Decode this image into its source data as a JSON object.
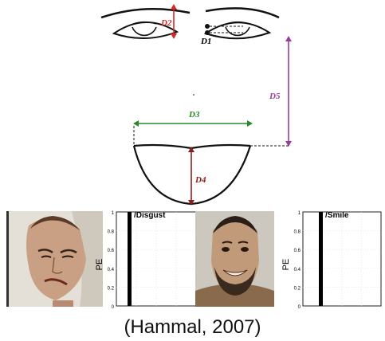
{
  "diagram": {
    "distances": [
      {
        "id": "D1",
        "label": "D1",
        "color": "#111111"
      },
      {
        "id": "D2",
        "label": "D2",
        "color": "#d42a2a"
      },
      {
        "id": "D3",
        "label": "D3",
        "color": "#2a8a2a"
      },
      {
        "id": "D4",
        "label": "D4",
        "color": "#8e1e1e"
      },
      {
        "id": "D5",
        "label": "D5",
        "color": "#9a3d9a"
      }
    ]
  },
  "panels": [
    {
      "id": "disgust",
      "title": "/Disgust",
      "ylabel": "PE",
      "yticks": [
        "1",
        "0.8",
        "0.6",
        "0.4",
        "0.2",
        "0"
      ],
      "bar_value": 1.0
    },
    {
      "id": "smile",
      "title": "/Smile",
      "ylabel": "PE",
      "yticks": [
        "1",
        "0.8",
        "0.6",
        "0.4",
        "0.2",
        "0"
      ],
      "bar_value": 1.0
    }
  ],
  "caption": "(Hammal, 2007)"
}
